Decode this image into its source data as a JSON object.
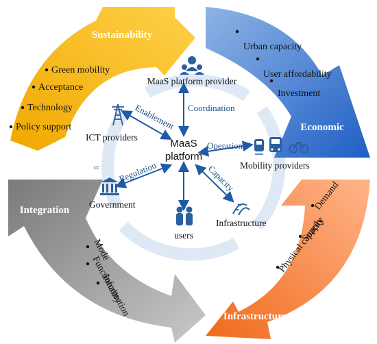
{
  "quadrants": {
    "sustainability": {
      "title": "Sustainability",
      "color": "#f5b800",
      "items": [
        "Green mobility",
        "Acceptance",
        "Technology",
        "Policy support"
      ]
    },
    "economic": {
      "title": "Economic",
      "color": "#3f77c9",
      "items": [
        "Urban capacity",
        "User affordability",
        "Investment"
      ]
    },
    "integration": {
      "title": "Integration",
      "color": "#9a9a9a",
      "items": [
        "Mode",
        "Functionality",
        "Information"
      ]
    },
    "infrastructure": {
      "title": "Infrastructure",
      "color": "#f07a2f",
      "items": [
        "Demand",
        "Supply",
        "Physical capacity"
      ]
    }
  },
  "center": {
    "line1": "MaaS",
    "line2": "platform"
  },
  "nodes": {
    "provider": "MaaS platform provider",
    "ict": "ICT providers",
    "mobility": "Mobility providers",
    "government": "Government",
    "infrastructure": "Infrastructure",
    "users": "users"
  },
  "links": {
    "coordination": "Coordination",
    "enablement": "Enablement",
    "operation": "Operation",
    "regulation": "Regulation",
    "capacity": "Capacity"
  },
  "stray_mark": "cc",
  "colors": {
    "arrow_line": "#1f5aa6",
    "cycle_ring": "#dbe7f5",
    "icon_blue": "#2c5f9e"
  }
}
